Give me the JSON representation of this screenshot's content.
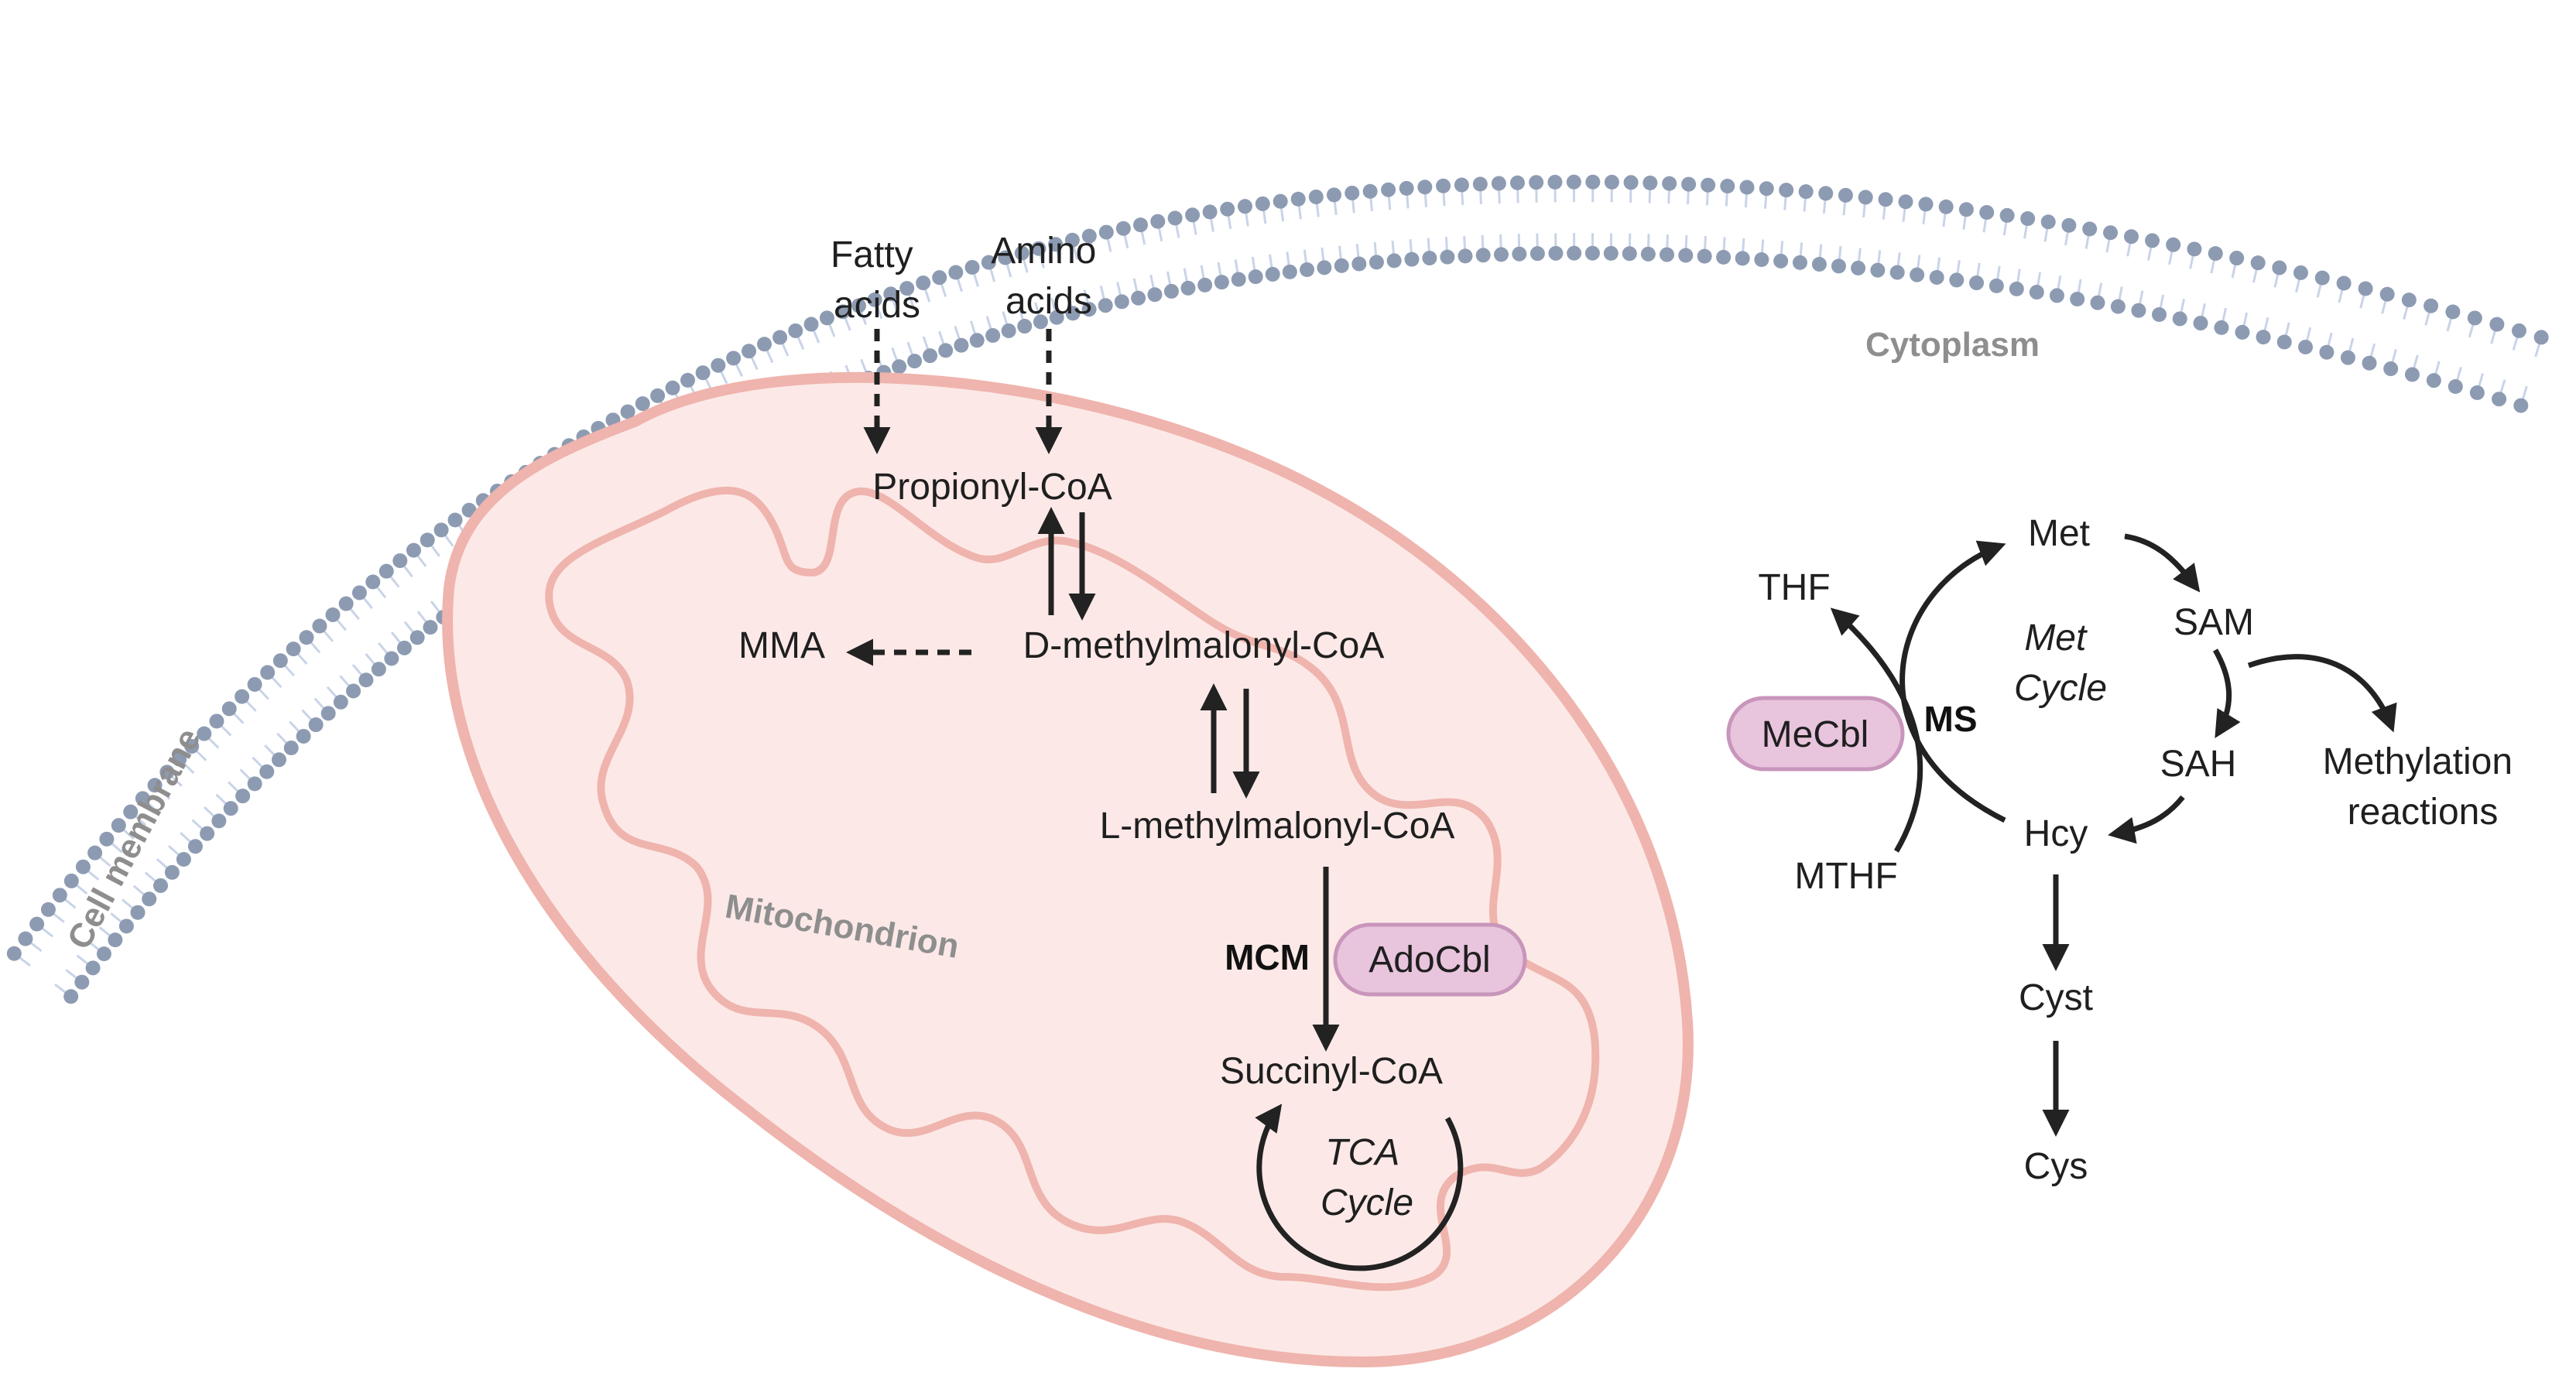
{
  "colors": {
    "membrane_head": "#8d9bb2",
    "membrane_tail": "#c9d4e8",
    "mito_fill": "#fce9e7",
    "mito_stroke": "#efb4ad",
    "cofactor_fill": "#e8c4dd",
    "cofactor_stroke": "#c895bb",
    "arrow": "#222222"
  },
  "labels": {
    "cell_membrane": "Cell membrane",
    "cytoplasm": "Cytoplasm",
    "mitochondrion": "Mitochondrion"
  },
  "mito": {
    "fatty_acids": [
      "Fatty",
      "acids"
    ],
    "amino_acids": [
      "Amino",
      "acids"
    ],
    "propionyl": "Propionyl-CoA",
    "d_methylmalonyl": "D-methylmalonyl-CoA",
    "mma": "MMA",
    "l_methylmalonyl": "L-methylmalonyl-CoA",
    "mcm": "MCM",
    "adocbl": "AdoCbl",
    "succinyl": "Succinyl-CoA",
    "tca": [
      "TCA",
      "Cycle"
    ]
  },
  "met": {
    "met": "Met",
    "thf": "THF",
    "sam": "SAM",
    "cycle": [
      "Met",
      "Cycle"
    ],
    "mecbl": "MeCbl",
    "ms": "MS",
    "sah": "SAH",
    "methylation": [
      "Methylation",
      "reactions"
    ],
    "mthf": "MTHF",
    "hcy": "Hcy",
    "cyst": "Cyst",
    "cys": "Cys"
  }
}
